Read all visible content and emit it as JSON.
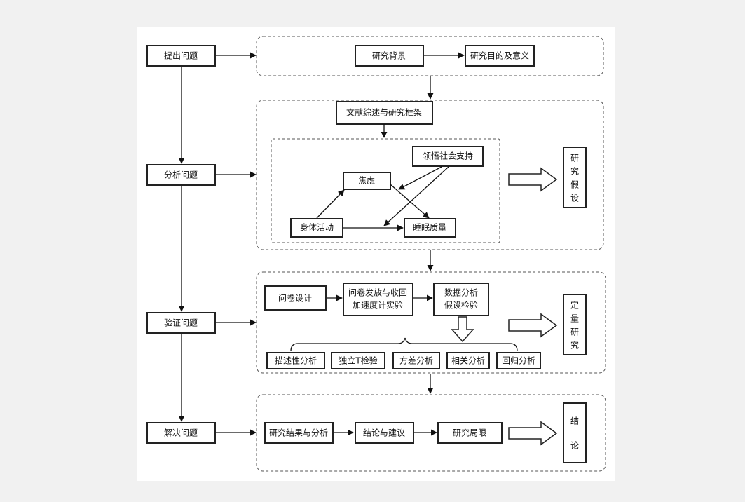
{
  "diagram": {
    "left_steps": {
      "raise": "提出问题",
      "analyze": "分析问题",
      "verify": "验证问题",
      "solve": "解决问题"
    },
    "section1": {
      "background": "研究背景",
      "purpose": "研究目的及意义"
    },
    "section2": {
      "review": "文献综述与研究框架",
      "anxiety": "焦虑",
      "social_support": "领悟社会支持",
      "physical_activity": "身体活动",
      "sleep_quality": "睡眠质量",
      "hypothesis": [
        "研",
        "究",
        "假",
        "设"
      ]
    },
    "section3": {
      "questionnaire_design": "问卷设计",
      "distribution": [
        "问卷发放与收回",
        "加速度计实验"
      ],
      "data_analysis": [
        "数据分析",
        "假设检验"
      ],
      "quantitative": [
        "定",
        "量",
        "研",
        "究"
      ],
      "methods": [
        "描述性分析",
        "独立T检验",
        "方差分析",
        "相关分析",
        "回归分析"
      ]
    },
    "section4": {
      "results": "研究结果与分析",
      "conclusion_advice": "结论与建议",
      "limitations": "研究局限",
      "conclusion": [
        "结",
        "论"
      ]
    }
  }
}
